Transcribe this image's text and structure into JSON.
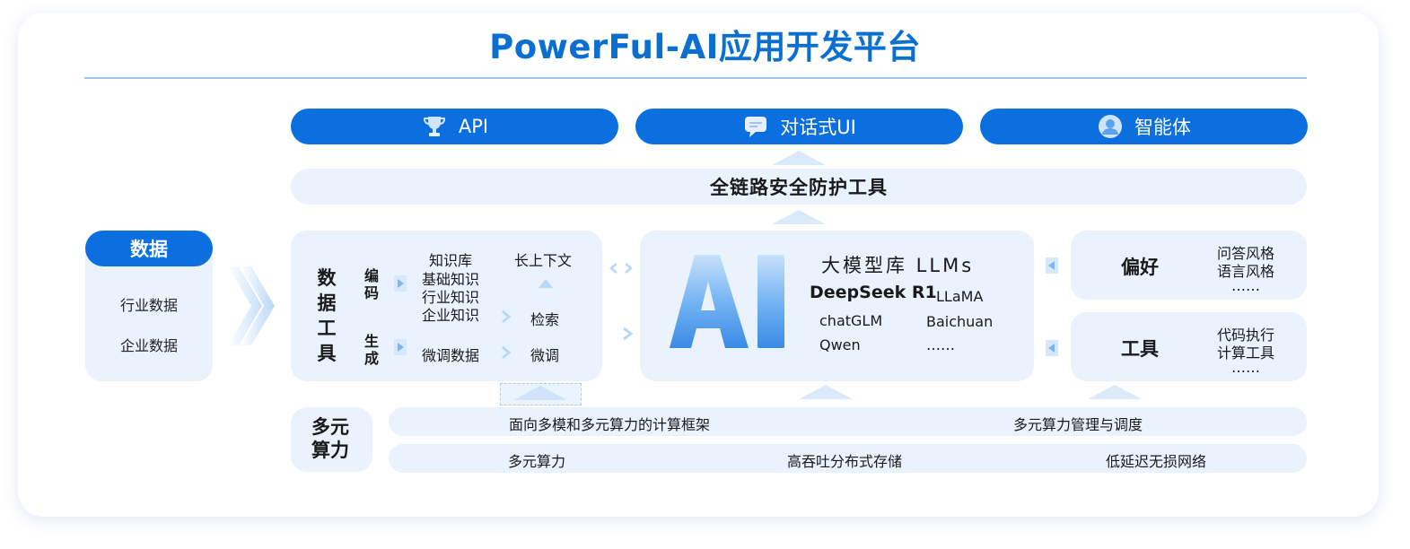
{
  "title": "PowerFul-AI应用开发平台",
  "colors": {
    "brand": "#0b6fdf",
    "panel": "#e9f2fd",
    "title": "#0b6fd0",
    "accent_light": "#9cc6ee"
  },
  "top_pills": [
    {
      "label": "API",
      "icon": "trophy-icon"
    },
    {
      "label": "对话式UI",
      "icon": "chat-bubble-icon"
    },
    {
      "label": "智能体",
      "icon": "agent-avatar-icon"
    }
  ],
  "security_band": "全链路安全防护工具",
  "data_card": {
    "title": "数据",
    "items": [
      "行业数据",
      "企业数据"
    ]
  },
  "data_tools": {
    "title_chars": [
      "数",
      "据",
      "工",
      "具"
    ],
    "encode_chars": [
      "编",
      "码"
    ],
    "generate_chars": [
      "生",
      "成"
    ],
    "kb_title": "知识库",
    "kb_items": [
      "基础知识",
      "行业知识",
      "企业知识"
    ],
    "finetune_data": "微调数据",
    "context_title": "长上下文",
    "retrieve": "检索",
    "finetune": "微调"
  },
  "llm": {
    "logo_text": "AI",
    "title": "大模型库 LLMs",
    "featured": "DeepSeek R1",
    "models_left": [
      "chatGLM",
      "Qwen"
    ],
    "models_right": [
      "LLaMA",
      "Baichuan",
      "……"
    ]
  },
  "preference": {
    "title": "偏好",
    "items": [
      "问答风格",
      "语言风格",
      "……"
    ]
  },
  "tools": {
    "title": "工具",
    "items": [
      "代码执行",
      "计算工具",
      "……"
    ]
  },
  "compute": {
    "title_lines": [
      "多元",
      "算力"
    ],
    "row1": [
      "面向多模和多元算力的计算框架",
      "多元算力管理与调度"
    ],
    "row2": [
      "多元算力",
      "高吞吐分布式存储",
      "低延迟无损网络"
    ]
  }
}
